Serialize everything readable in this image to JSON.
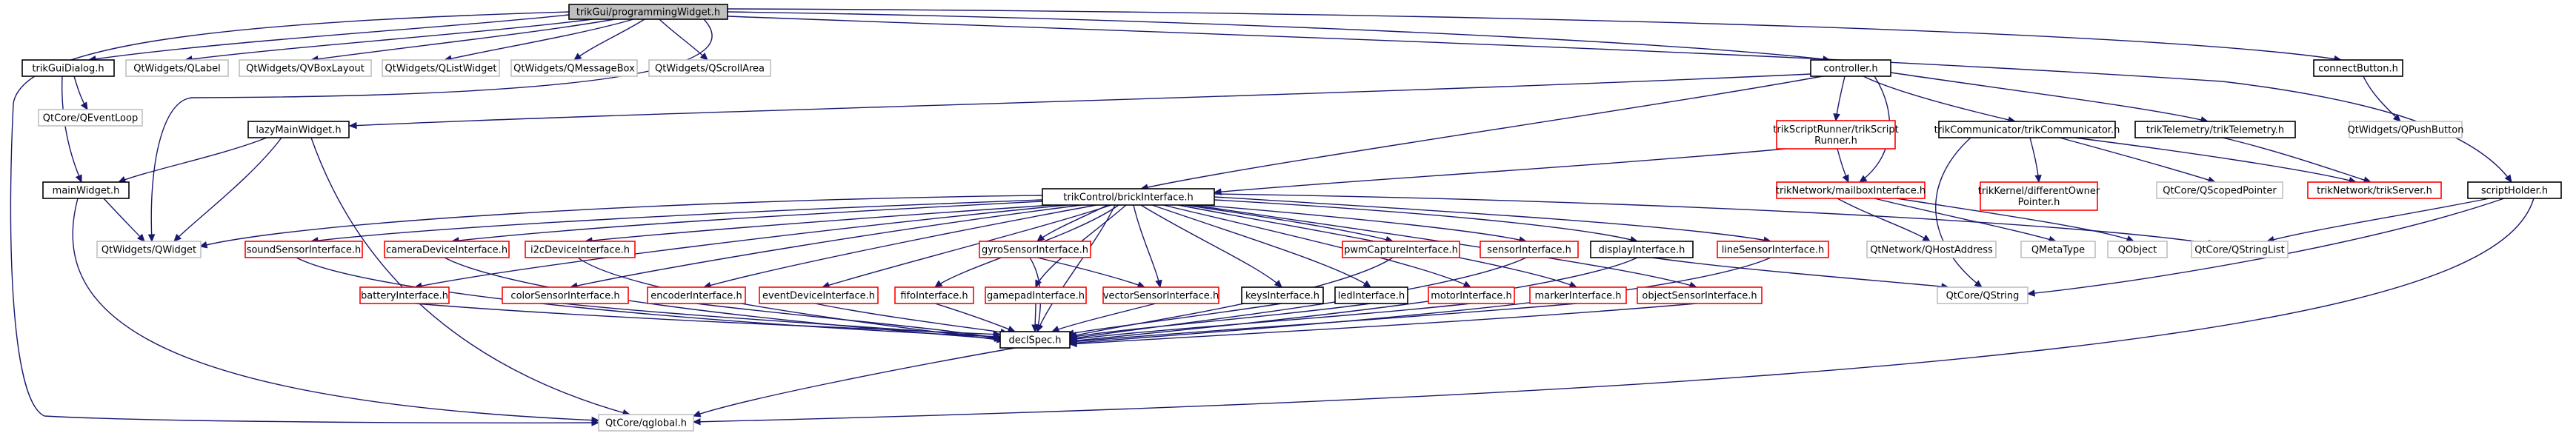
{
  "graph": {
    "colors": {
      "edge": "#191970",
      "root_fill": "#bfbfbf",
      "root_border": "#000000",
      "local_border": "#000000",
      "external_border": "#bfbfbf",
      "truncated_border": "#ff0000",
      "external_text": "#4d4d4d",
      "background": "#ffffff"
    },
    "nodes": [
      {
        "id": "n0",
        "label": "trikGui/programmingWidget.h",
        "kind": "root"
      },
      {
        "id": "n1",
        "label": "trikGuiDialog.h",
        "kind": "local"
      },
      {
        "id": "n2",
        "label": "QtWidgets/QLabel",
        "kind": "external"
      },
      {
        "id": "n3",
        "label": "QtWidgets/QVBoxLayout",
        "kind": "external"
      },
      {
        "id": "n4",
        "label": "QtWidgets/QListWidget",
        "kind": "external"
      },
      {
        "id": "n5",
        "label": "QtWidgets/QMessageBox",
        "kind": "external"
      },
      {
        "id": "n6",
        "label": "QtWidgets/QScrollArea",
        "kind": "external"
      },
      {
        "id": "n7",
        "label": "controller.h",
        "kind": "local"
      },
      {
        "id": "n8",
        "label": "connectButton.h",
        "kind": "local"
      },
      {
        "id": "n9",
        "label": "QtCore/QEventLoop",
        "kind": "external"
      },
      {
        "id": "n10",
        "label": "lazyMainWidget.h",
        "kind": "local"
      },
      {
        "id": "n11",
        "label": "mainWidget.h",
        "kind": "local"
      },
      {
        "id": "n12",
        "label": "QtWidgets/QWidget",
        "kind": "external"
      },
      {
        "id": "n13",
        "label": [
          "trikScriptRunner/trikScript",
          "Runner.h"
        ],
        "kind": "truncated"
      },
      {
        "id": "n14",
        "label": "trikCommunicator/trikCommunicator.h",
        "kind": "local"
      },
      {
        "id": "n15",
        "label": "trikTelemetry/trikTelemetry.h",
        "kind": "local"
      },
      {
        "id": "n16",
        "label": "QtWidgets/QPushButton",
        "kind": "external"
      },
      {
        "id": "n17",
        "label": "trikControl/brickInterface.h",
        "kind": "local"
      },
      {
        "id": "n18",
        "label": "trikNetwork/mailboxInterface.h",
        "kind": "truncated"
      },
      {
        "id": "n19",
        "label": [
          "trikKernel/differentOwner",
          "Pointer.h"
        ],
        "kind": "truncated"
      },
      {
        "id": "n20",
        "label": "QtCore/QScopedPointer",
        "kind": "external"
      },
      {
        "id": "n21",
        "label": "trikNetwork/trikServer.h",
        "kind": "truncated"
      },
      {
        "id": "n22",
        "label": "scriptHolder.h",
        "kind": "local"
      },
      {
        "id": "n23",
        "label": "soundSensorInterface.h",
        "kind": "truncated"
      },
      {
        "id": "n24",
        "label": "cameraDeviceInterface.h",
        "kind": "truncated"
      },
      {
        "id": "n25",
        "label": "i2cDeviceInterface.h",
        "kind": "truncated"
      },
      {
        "id": "n26",
        "label": "gyroSensorInterface.h",
        "kind": "truncated"
      },
      {
        "id": "n27",
        "label": "pwmCaptureInterface.h",
        "kind": "truncated"
      },
      {
        "id": "n28",
        "label": "sensorInterface.h",
        "kind": "truncated"
      },
      {
        "id": "n29",
        "label": "displayInterface.h",
        "kind": "local"
      },
      {
        "id": "n30",
        "label": "lineSensorInterface.h",
        "kind": "truncated"
      },
      {
        "id": "n31",
        "label": "QtNetwork/QHostAddress",
        "kind": "external"
      },
      {
        "id": "n32",
        "label": "QMetaType",
        "kind": "external"
      },
      {
        "id": "n33",
        "label": "QObject",
        "kind": "external"
      },
      {
        "id": "n34",
        "label": "QtCore/QStringList",
        "kind": "external"
      },
      {
        "id": "n35",
        "label": "batteryInterface.h",
        "kind": "truncated"
      },
      {
        "id": "n36",
        "label": "colorSensorInterface.h",
        "kind": "truncated"
      },
      {
        "id": "n37",
        "label": "encoderInterface.h",
        "kind": "truncated"
      },
      {
        "id": "n38",
        "label": "eventDeviceInterface.h",
        "kind": "truncated"
      },
      {
        "id": "n39",
        "label": "fifoInterface.h",
        "kind": "truncated"
      },
      {
        "id": "n40",
        "label": "gamepadInterface.h",
        "kind": "truncated"
      },
      {
        "id": "n41",
        "label": "vectorSensorInterface.h",
        "kind": "truncated"
      },
      {
        "id": "n42",
        "label": "keysInterface.h",
        "kind": "local"
      },
      {
        "id": "n43",
        "label": "ledInterface.h",
        "kind": "local"
      },
      {
        "id": "n44",
        "label": "motorInterface.h",
        "kind": "truncated"
      },
      {
        "id": "n45",
        "label": "markerInterface.h",
        "kind": "truncated"
      },
      {
        "id": "n46",
        "label": "objectSensorInterface.h",
        "kind": "truncated"
      },
      {
        "id": "n47",
        "label": "QtCore/QString",
        "kind": "external"
      },
      {
        "id": "n48",
        "label": "declSpec.h",
        "kind": "local"
      },
      {
        "id": "n49",
        "label": "QtCore/qglobal.h",
        "kind": "external"
      }
    ],
    "edges": [
      [
        "n0",
        "n1"
      ],
      [
        "n0",
        "n2"
      ],
      [
        "n0",
        "n3"
      ],
      [
        "n0",
        "n4"
      ],
      [
        "n0",
        "n5"
      ],
      [
        "n0",
        "n6"
      ],
      [
        "n0",
        "n7"
      ],
      [
        "n0",
        "n8"
      ],
      [
        "n0",
        "n12"
      ],
      [
        "n0",
        "n49"
      ],
      [
        "n0",
        "n22"
      ],
      [
        "n1",
        "n9"
      ],
      [
        "n1",
        "n11"
      ],
      [
        "n7",
        "n10"
      ],
      [
        "n7",
        "n13"
      ],
      [
        "n7",
        "n14"
      ],
      [
        "n7",
        "n15"
      ],
      [
        "n7",
        "n17"
      ],
      [
        "n7",
        "n18"
      ],
      [
        "n8",
        "n16"
      ],
      [
        "n10",
        "n11"
      ],
      [
        "n10",
        "n12"
      ],
      [
        "n10",
        "n49"
      ],
      [
        "n11",
        "n12"
      ],
      [
        "n11",
        "n49"
      ],
      [
        "n13",
        "n17"
      ],
      [
        "n13",
        "n18"
      ],
      [
        "n14",
        "n19"
      ],
      [
        "n14",
        "n20"
      ],
      [
        "n14",
        "n21"
      ],
      [
        "n14",
        "n47"
      ],
      [
        "n15",
        "n21"
      ],
      [
        "n17",
        "n23"
      ],
      [
        "n17",
        "n24"
      ],
      [
        "n17",
        "n25"
      ],
      [
        "n17",
        "n26"
      ],
      [
        "n17",
        "n27"
      ],
      [
        "n17",
        "n28"
      ],
      [
        "n17",
        "n29"
      ],
      [
        "n17",
        "n30"
      ],
      [
        "n17",
        "n34"
      ],
      [
        "n17",
        "n35"
      ],
      [
        "n17",
        "n36"
      ],
      [
        "n17",
        "n37"
      ],
      [
        "n17",
        "n38"
      ],
      [
        "n17",
        "n39"
      ],
      [
        "n17",
        "n40"
      ],
      [
        "n17",
        "n41"
      ],
      [
        "n17",
        "n42"
      ],
      [
        "n17",
        "n43"
      ],
      [
        "n17",
        "n44"
      ],
      [
        "n17",
        "n45"
      ],
      [
        "n17",
        "n46"
      ],
      [
        "n17",
        "n48"
      ],
      [
        "n17",
        "n12"
      ],
      [
        "n18",
        "n31"
      ],
      [
        "n18",
        "n32"
      ],
      [
        "n18",
        "n33"
      ],
      [
        "n22",
        "n34"
      ],
      [
        "n22",
        "n47"
      ],
      [
        "n22",
        "n49"
      ],
      [
        "n23",
        "n48"
      ],
      [
        "n24",
        "n48"
      ],
      [
        "n25",
        "n48"
      ],
      [
        "n26",
        "n41"
      ],
      [
        "n26",
        "n48"
      ],
      [
        "n27",
        "n48"
      ],
      [
        "n28",
        "n48"
      ],
      [
        "n29",
        "n47"
      ],
      [
        "n29",
        "n48"
      ],
      [
        "n30",
        "n48"
      ],
      [
        "n35",
        "n48"
      ],
      [
        "n36",
        "n48"
      ],
      [
        "n37",
        "n48"
      ],
      [
        "n38",
        "n48"
      ],
      [
        "n39",
        "n48"
      ],
      [
        "n40",
        "n48"
      ],
      [
        "n41",
        "n48"
      ],
      [
        "n42",
        "n48"
      ],
      [
        "n43",
        "n48"
      ],
      [
        "n44",
        "n48"
      ],
      [
        "n45",
        "n48"
      ],
      [
        "n46",
        "n48"
      ],
      [
        "n48",
        "n49"
      ]
    ]
  }
}
